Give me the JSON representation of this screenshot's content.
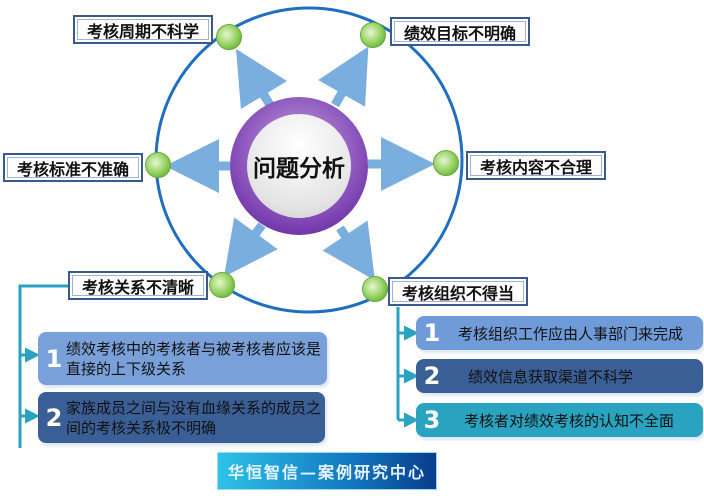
{
  "center": "问题分析",
  "issues": [
    "考核周期不科学",
    "绩效目标不明确",
    "考核标准不准确",
    "考核内容不合理",
    "考核关系不清晰",
    "考核组织不得当"
  ],
  "relation_details": [
    {
      "num": "1",
      "text": "绩效考核中的考核者与被考核者应该是直接的上下级关系"
    },
    {
      "num": "2",
      "text": "家族成员之间与没有血缘关系的成员之间的考核关系极不明确"
    }
  ],
  "organization_details": [
    {
      "num": "1",
      "text": "考核组织工作应由人事部门来完成"
    },
    {
      "num": "2",
      "text": "绩效信息获取渠道不科学"
    },
    {
      "num": "3",
      "text": "考核者对绩效考核的认知不全面"
    }
  ],
  "footer": "华恒智信—案例研究中心"
}
